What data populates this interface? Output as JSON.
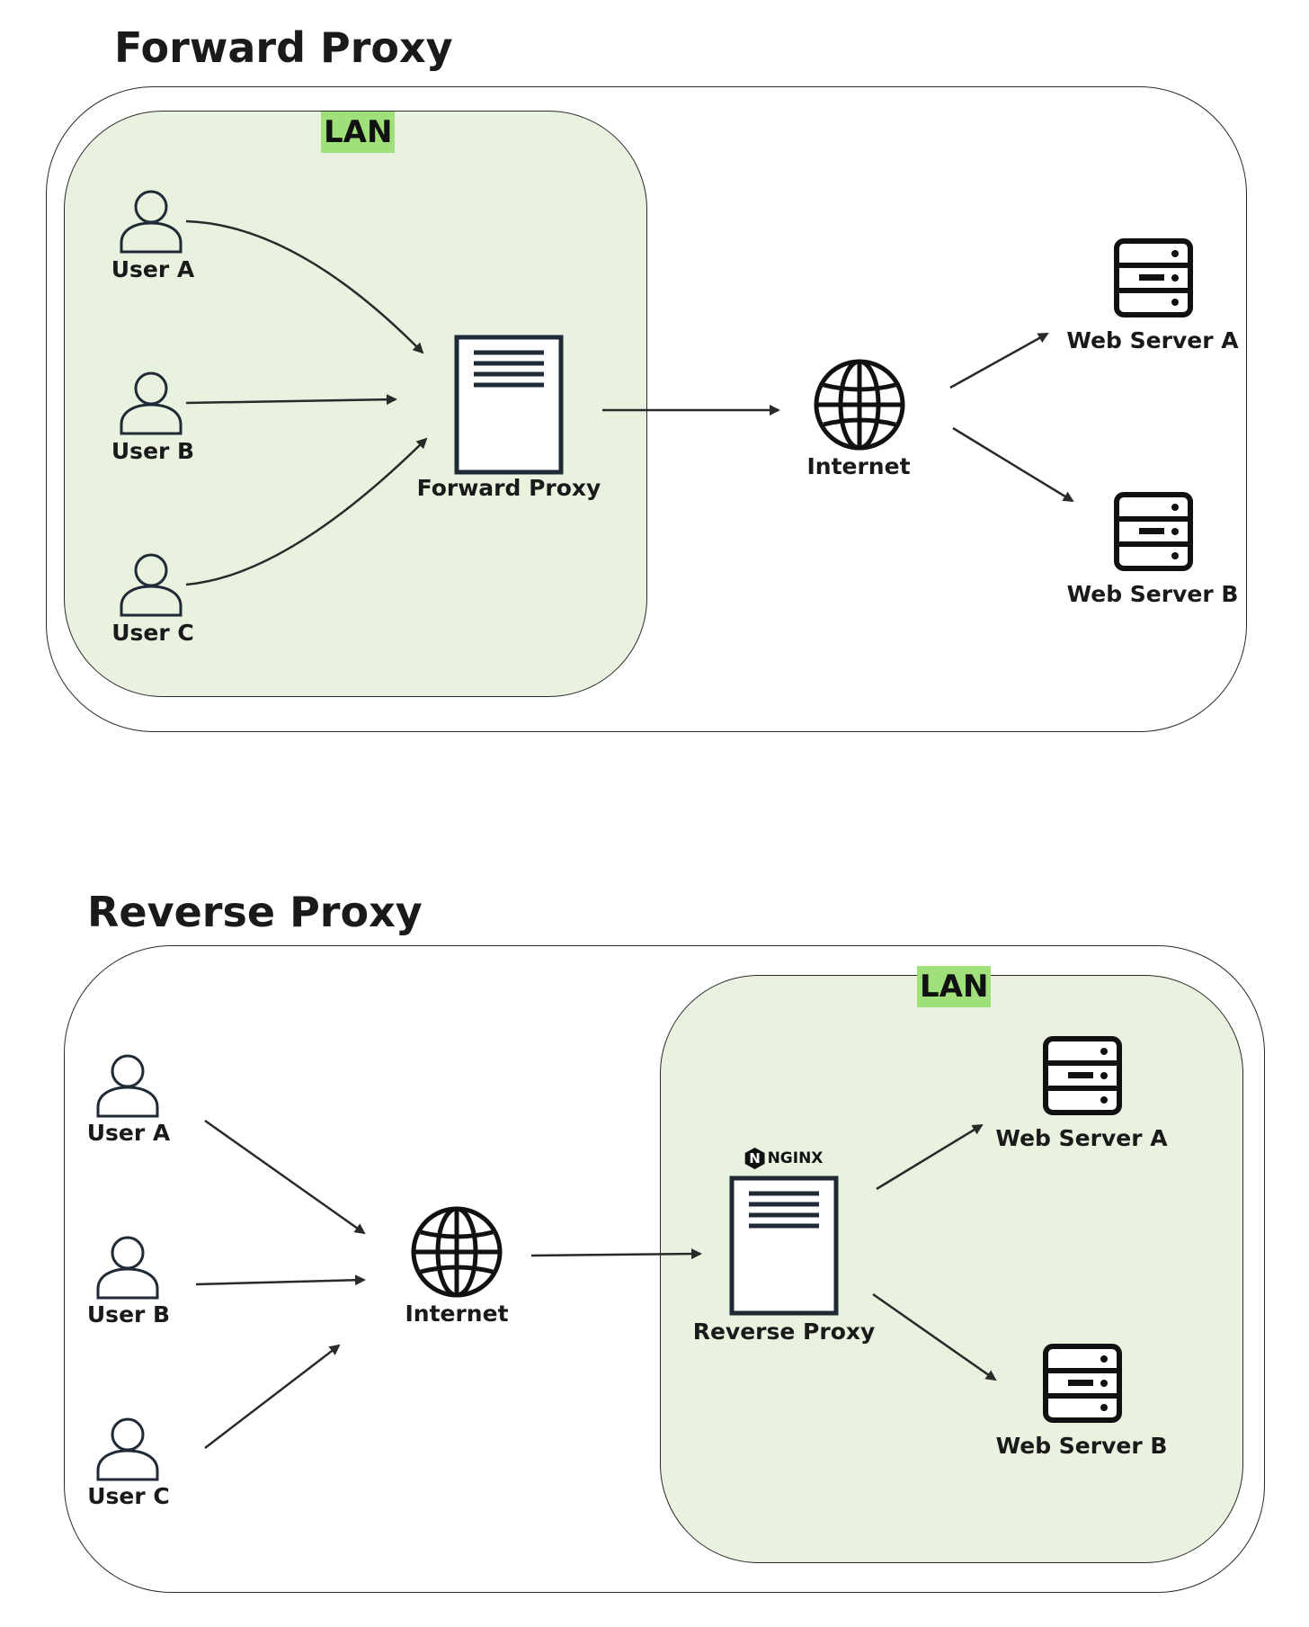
{
  "forward": {
    "title": "Forward Proxy",
    "lan_label": "LAN",
    "users": [
      "User A",
      "User B",
      "User C"
    ],
    "proxy_label": "Forward Proxy",
    "internet_label": "Internet",
    "servers": [
      "Web Server A",
      "Web Server B"
    ]
  },
  "reverse": {
    "title": "Reverse Proxy",
    "lan_label": "LAN",
    "users": [
      "User A",
      "User B",
      "User C"
    ],
    "internet_label": "Internet",
    "proxy_logo": "NGINX",
    "proxy_label": "Reverse Proxy",
    "servers": [
      "Web Server A",
      "Web Server B"
    ]
  },
  "colors": {
    "lan_fill": "#e8f2df",
    "lan_tag": "#9fe07a",
    "icon_stroke": "#1f2a36"
  }
}
